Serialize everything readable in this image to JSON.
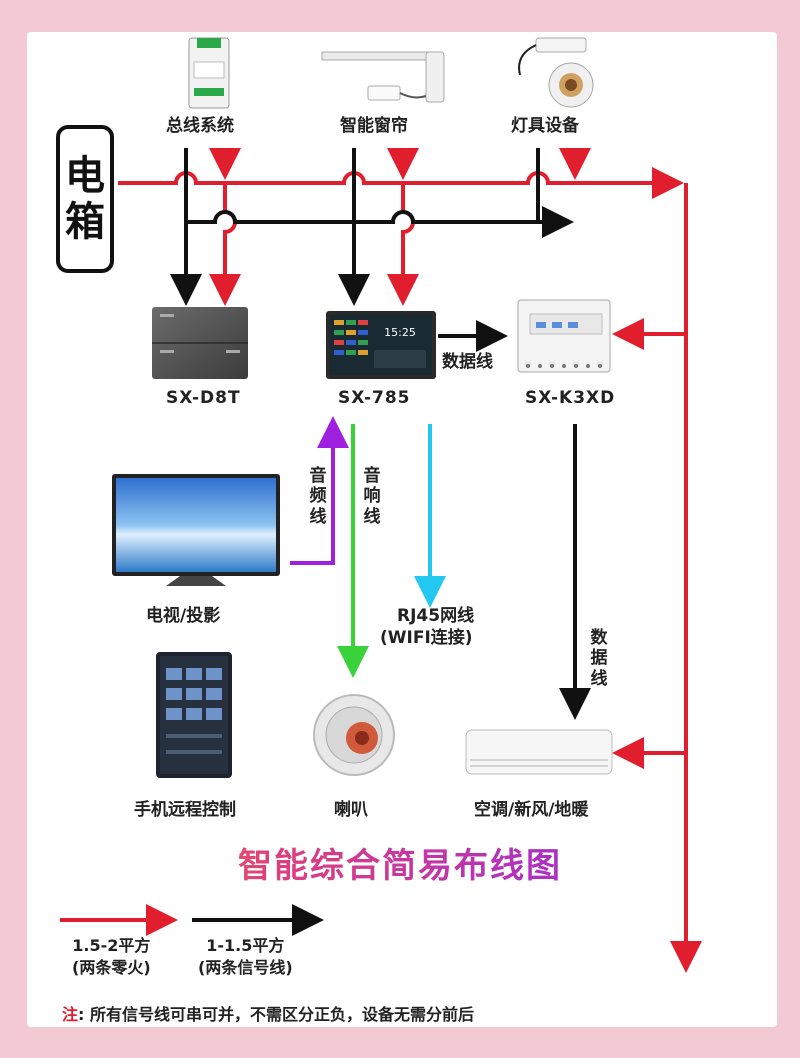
{
  "labels": {
    "bus_system": "总线系统",
    "smart_curtain": "智能窗帘",
    "light_fixture": "灯具设备",
    "power_box": "电箱",
    "sx_d8t": "SX-D8T",
    "sx_785": "SX-785",
    "sx_k3xd": "SX-K3XD",
    "data_line_h": "数据线",
    "audio_freq_line": "音频线",
    "audio_sound_line": "音响线",
    "rj45_line1": "RJ45网线",
    "rj45_line2": "(WIFI连接)",
    "data_line_v": "数据线",
    "tv_projector": "电视/投影",
    "phone_remote": "手机远程控制",
    "speaker": "喇叭",
    "hvac": "空调/新风/地暖"
  },
  "panel": {
    "clock": "15:25"
  },
  "title": "智能综合简易布线图",
  "legend": {
    "red_line1": "1.5-2平方",
    "red_line2": "(两条零火)",
    "black_line1": "1-1.5平方",
    "black_line2": "(两条信号线)"
  },
  "note": {
    "tag": "注",
    "text": ": 所有信号线可串可并，不需区分正负，设备无需分前后"
  },
  "colors": {
    "power": "#e01e2e",
    "signal": "#111111",
    "audio_freq": "#a020e0",
    "audio_sound": "#3ad23a",
    "network": "#22c8f0"
  }
}
